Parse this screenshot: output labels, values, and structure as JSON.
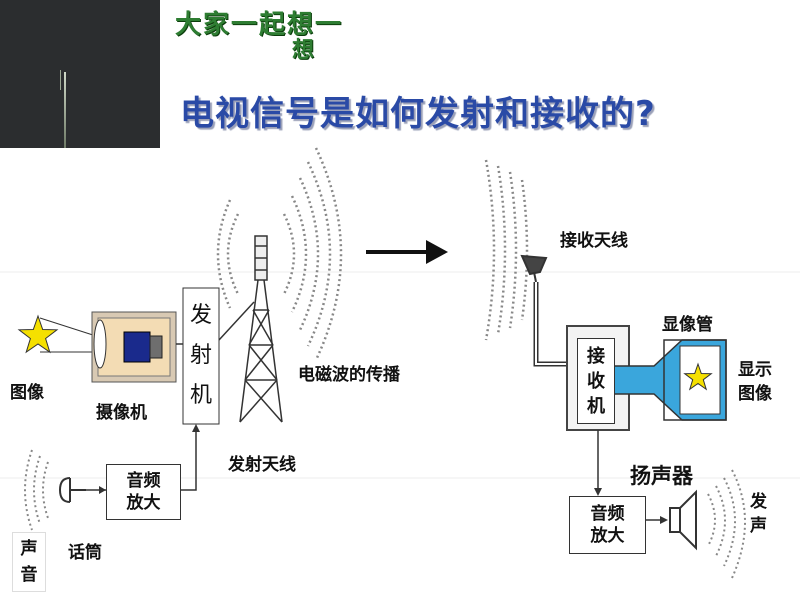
{
  "header": {
    "prompt_line1": "大家一起想一",
    "prompt_line2": "想",
    "question": "电视信号是如何发射和接收的?"
  },
  "transmitter_side": {
    "image_label": "图像",
    "camera_label": "摄像机",
    "transmitter_chars": [
      "发",
      "射",
      "机"
    ],
    "audio_amp_line1": "音频",
    "audio_amp_line2": "放大",
    "sound_chars": [
      "声",
      "音"
    ],
    "microphone_label": "话筒",
    "antenna_label": "发射天线",
    "propagation_label": "电磁波的传播"
  },
  "receiver_side": {
    "antenna_label": "接收天线",
    "picture_tube_label": "显像管",
    "receiver_chars": [
      "接",
      "收",
      "机"
    ],
    "display_line1": "显示",
    "display_line2": "图像",
    "speaker_label": "扬声器",
    "audio_amp_line1": "音频",
    "audio_amp_line2": "放大",
    "output_chars": [
      "发",
      "声"
    ]
  },
  "colors": {
    "title_green": "#2e7d32",
    "title_blue": "#2a4aa6",
    "star_yellow": "#f5e000",
    "tube_blue": "#3aa6dc",
    "camera_fill": "#f3dcb4",
    "lens_blue": "#1a2a8c"
  }
}
